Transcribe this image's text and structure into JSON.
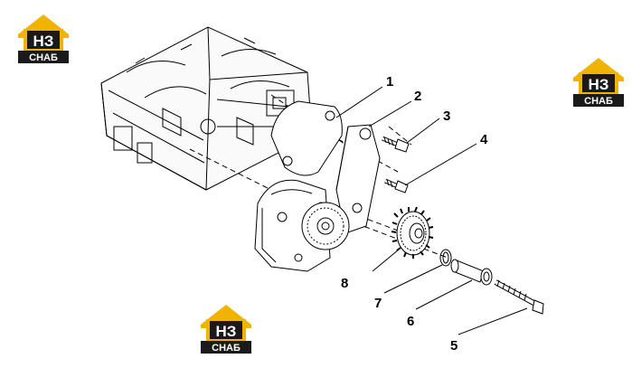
{
  "logos": [
    {
      "top": "НЗ",
      "bottom": "СНАБ"
    },
    {
      "top": "НЗ",
      "bottom": "СНАБ"
    },
    {
      "top": "НЗ",
      "bottom": "СНАБ"
    }
  ],
  "callouts": [
    "1",
    "2",
    "3",
    "4",
    "5",
    "6",
    "7",
    "8"
  ],
  "colors": {
    "logo_gold": "#f0b400",
    "logo_dark": "#1a1a1a",
    "line": "#000000"
  }
}
